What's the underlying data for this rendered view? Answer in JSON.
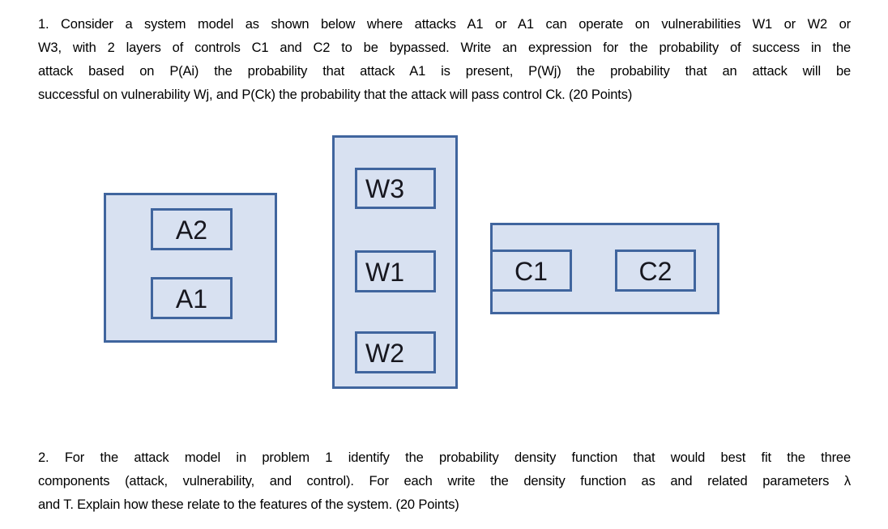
{
  "problem1": {
    "lines": [
      "1. Consider a system model as shown below where attacks A1 or A1 can operate on vulnerabilities W1 or W2 or",
      "W3, with 2 layers of controls C1 and C2 to be bypassed. Write an expression for the probability of success in the",
      "attack based on P(Ai) the probability that attack A1 is present, P(Wj) the probability that an attack will be",
      "successful on vulnerability Wj, and P(Ck) the probability that the attack will pass control Ck. (20 Points)"
    ]
  },
  "problem2": {
    "lines": [
      "2. For the attack model in problem 1 identify the probability density function that would best fit the three",
      "components (attack, vulnerability, and control). For each write the density function as and related parameters λ",
      "and T. Explain how these relate to the features of the system. (20 Points)"
    ]
  },
  "diagram": {
    "attack_group": {
      "a2": "A2",
      "a1": "A1"
    },
    "vulnerability_group": {
      "w3": "W3",
      "w1": "W1",
      "w2": "W2"
    },
    "control_group": {
      "c1": "C1",
      "c2": "C2"
    },
    "colors": {
      "box_fill": "#d8e1f1",
      "box_border": "#40659e",
      "label_text": "#17171f",
      "body_text": "#000000"
    }
  }
}
